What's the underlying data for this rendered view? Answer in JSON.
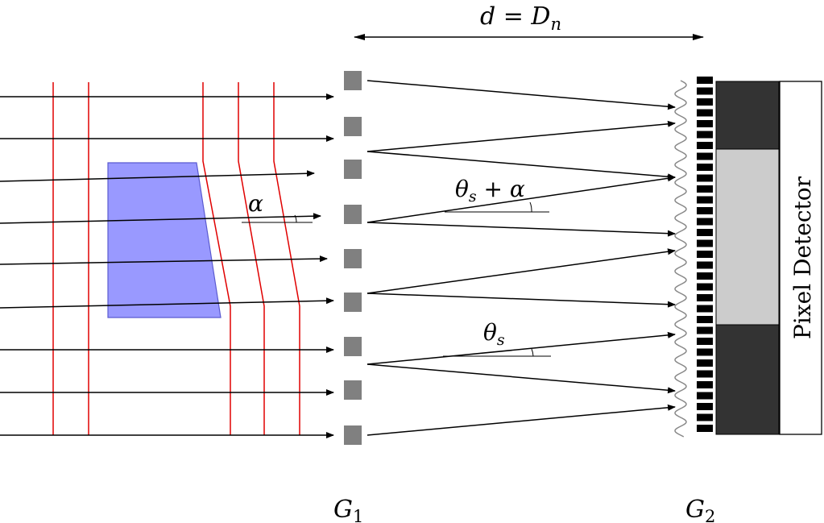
{
  "labels": {
    "distance_eq": "d = D",
    "distance_sub": "n",
    "alpha": "α",
    "theta_alpha": "θ",
    "theta_alpha_sub": "s",
    "theta_alpha_plus": " + α",
    "theta": "θ",
    "theta_sub": "s",
    "g1": "G",
    "g1_sub": "1",
    "g2": "G",
    "g2_sub": "2",
    "detector": "Pixel Detector"
  },
  "colors": {
    "wavefront": "#e00000",
    "sample_fill": "#9999ff",
    "sample_stroke": "#5a5ad0",
    "grating1": "#808080",
    "grating2": "#000000",
    "detector_dark": "#333333",
    "detector_light": "#cccccc",
    "interference": "#888888"
  }
}
